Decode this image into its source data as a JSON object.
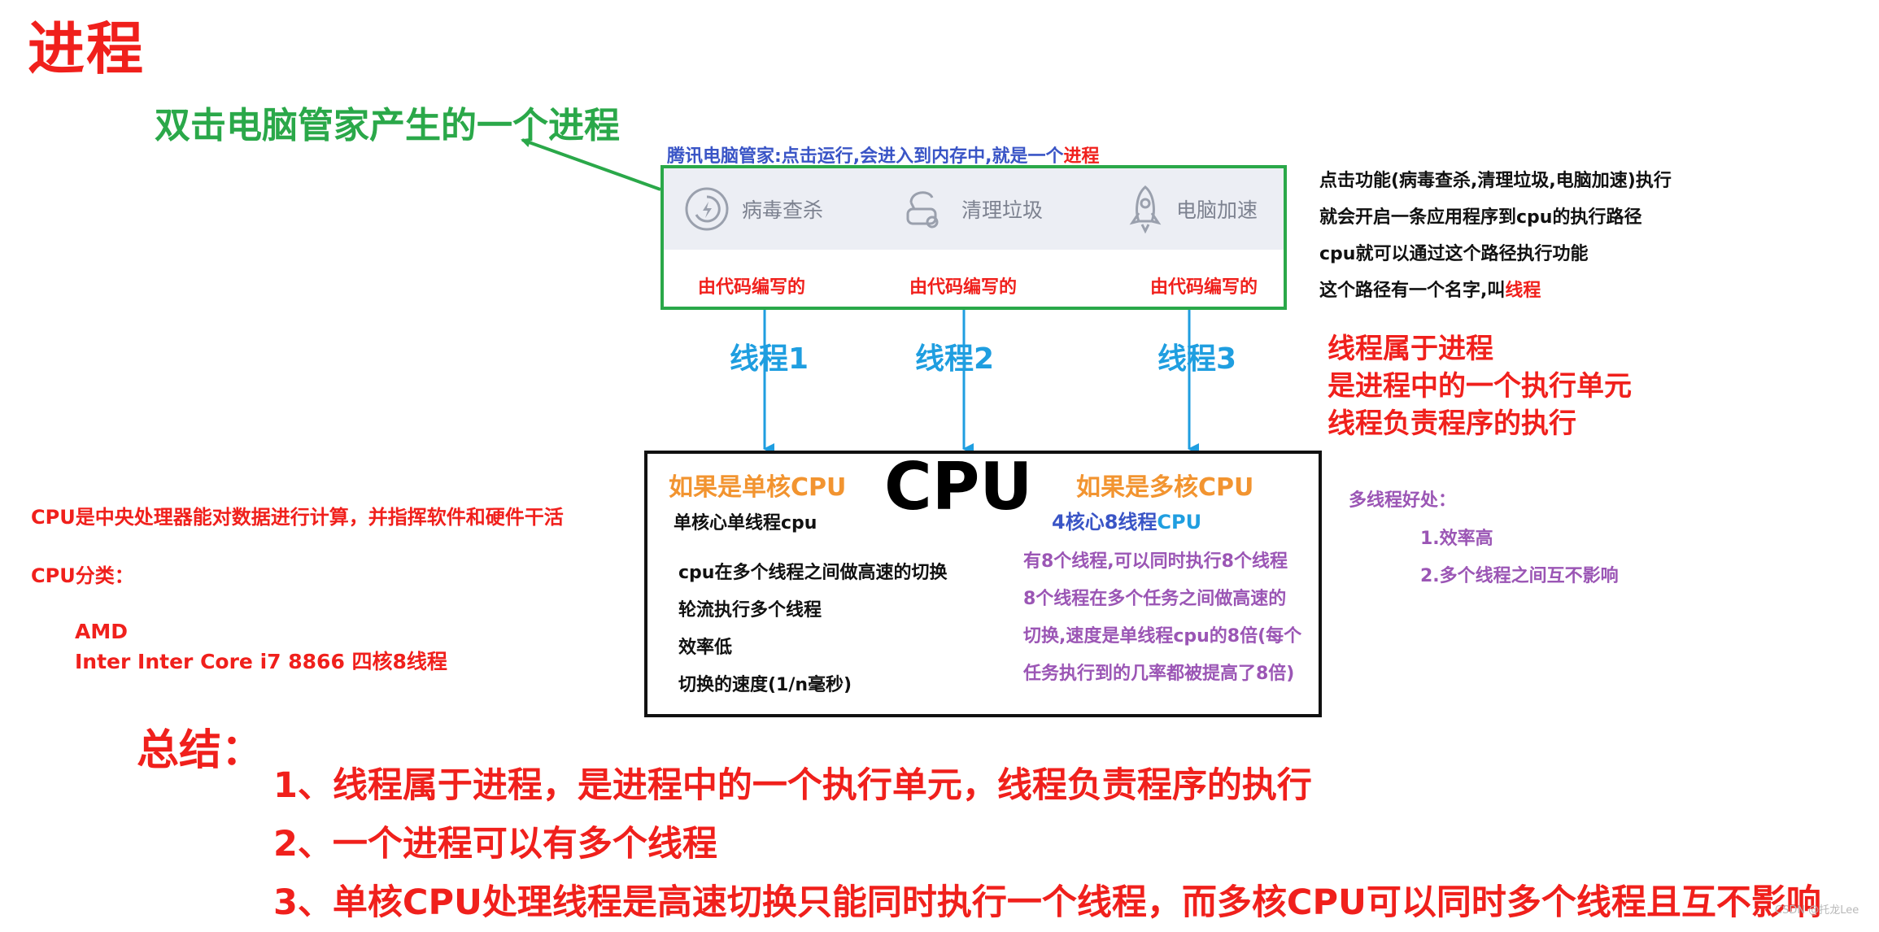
{
  "title": "进程",
  "subtitle": "双击电脑管家产生的一个进程",
  "app_caption": {
    "prefix": "腾讯电脑管家:点击运行,会进入到内存中,就是一个",
    "highlight": "进程"
  },
  "app_features": [
    {
      "label": "病毒查杀",
      "icon": "virus-scan-icon"
    },
    {
      "label": "清理垃圾",
      "icon": "vacuum-cleaner-icon"
    },
    {
      "label": "电脑加速",
      "icon": "rocket-icon"
    }
  ],
  "code_label": "由代码编写的",
  "threads": [
    "线程1",
    "线程2",
    "线程3"
  ],
  "right_desc": {
    "lines": [
      "点击功能(病毒查杀,清理垃圾,电脑加速)执行",
      "就会开启一条应用程序到cpu的执行路径",
      "cpu就可以通过这个路径执行功能"
    ],
    "last_prefix": "这个路径有一个名字,叫",
    "last_highlight": "线程"
  },
  "thread_definition": [
    "线程属于进程",
    "是进程中的一个执行单元",
    "线程负责程序的执行"
  ],
  "cpu": {
    "title": "CPU",
    "single": {
      "heading": "如果是单核CPU",
      "subheading": "单核心单线程cpu",
      "points": [
        "cpu在多个线程之间做高速的切换",
        "轮流执行多个线程",
        "效率低",
        "切换的速度(1/n毫秒)"
      ]
    },
    "multi": {
      "heading": "如果是多核CPU",
      "subheading_prefix": "4核心8线程",
      "subheading_suffix": "CPU",
      "points": [
        "有8个线程,可以同时执行8个线程",
        "8个线程在多个任务之间做高速的",
        "切换,速度是单线程cpu的8倍(每个",
        "任务执行到的几率都被提高了8倍)"
      ]
    }
  },
  "cpu_definition": "CPU是中央处理器能对数据进行计算，并指挥软件和硬件干活",
  "cpu_classification": {
    "heading": "CPU分类：",
    "items": [
      "AMD",
      "Inter Inter Core i7 8866  四核8线程"
    ]
  },
  "multithread_benefits": {
    "heading": "多线程好处：",
    "items": [
      "1.效率高",
      "2.多个线程之间互不影响"
    ]
  },
  "summary": {
    "heading": "总结：",
    "items": [
      "1、线程属于进程，是进程中的一个执行单元，线程负责程序的执行",
      "2、一个进程可以有多个线程",
      "3、单核CPU处理线程是高速切换只能同时执行一个线程，而多核CPU可以同时多个线程且互不影响"
    ]
  },
  "watermark": "CSDN @托龙Lee",
  "colors": {
    "red": "#f0201c",
    "green": "#2aa849",
    "blue": "#1f9ee0",
    "navy": "#3a55c6",
    "orange": "#f29430",
    "purple": "#9b56b5",
    "black": "#111111"
  }
}
